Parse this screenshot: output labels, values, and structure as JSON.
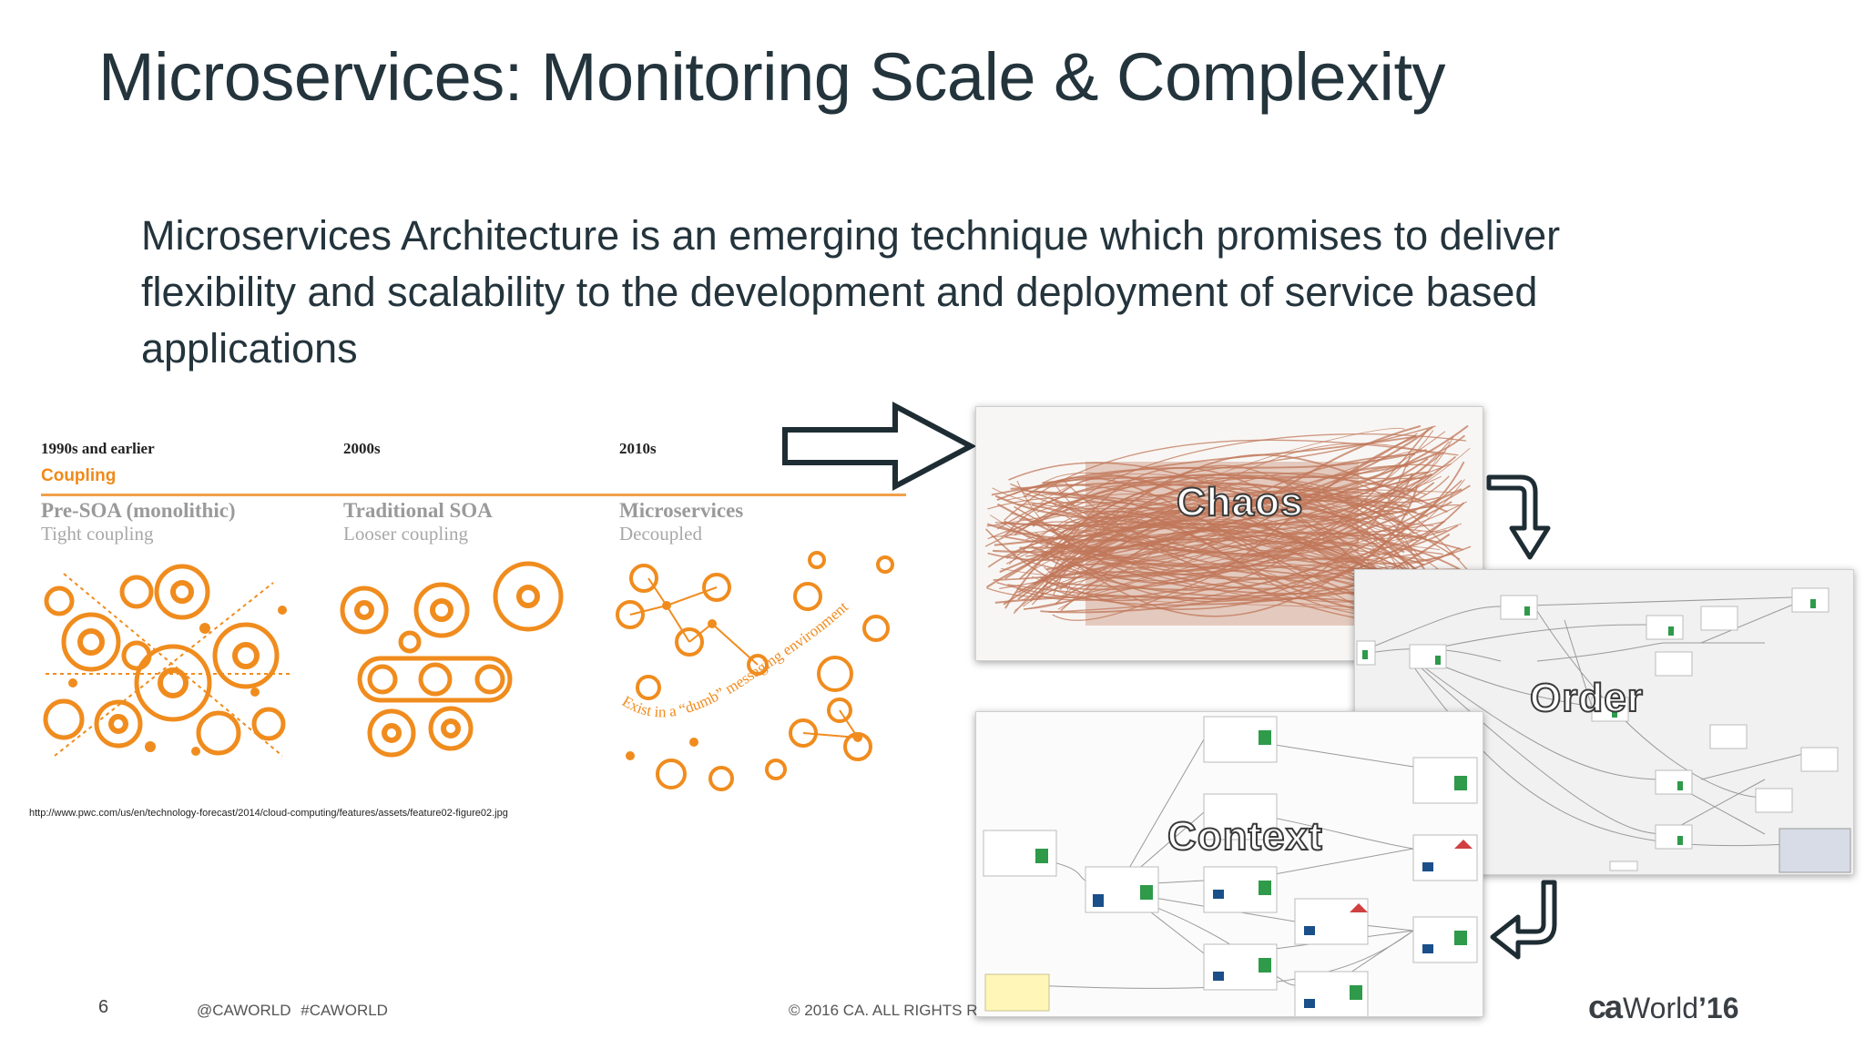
{
  "slide": {
    "title": "Microservices: Monitoring Scale & Complexity",
    "body": "Microservices Architecture is an emerging technique which promises to deliver flexibility and scalability to the development and deployment of service based applications"
  },
  "figure": {
    "eras": [
      "1990s and earlier",
      "2000s",
      "2010s"
    ],
    "coupling_label": "Coupling",
    "stages": [
      {
        "name": "Pre-SOA (monolithic)",
        "desc": "Tight coupling"
      },
      {
        "name": "Traditional SOA",
        "desc": "Looser coupling"
      },
      {
        "name": "Microservices",
        "desc": "Decoupled"
      }
    ],
    "curve_text": "Exist in a “dumb” messaging environment",
    "accent_color": "#ef8a1a",
    "source_url": "http://www.pwc.com/us/en/technology-forecast/2014/cloud-computing/features/assets/feature02-figure02.jpg"
  },
  "screens": {
    "chaos_label": "Chaos",
    "order_label": "Order",
    "context_label": "Context",
    "chaos_color": "#c0775a"
  },
  "footer": {
    "page_number": "6",
    "handles": "@CAWORLD #CAWORLD",
    "copyright": "© 2016 CA. ALL RIGHTS R",
    "logo_ca": "ca",
    "logo_world": "World",
    "logo_year": "’16"
  }
}
